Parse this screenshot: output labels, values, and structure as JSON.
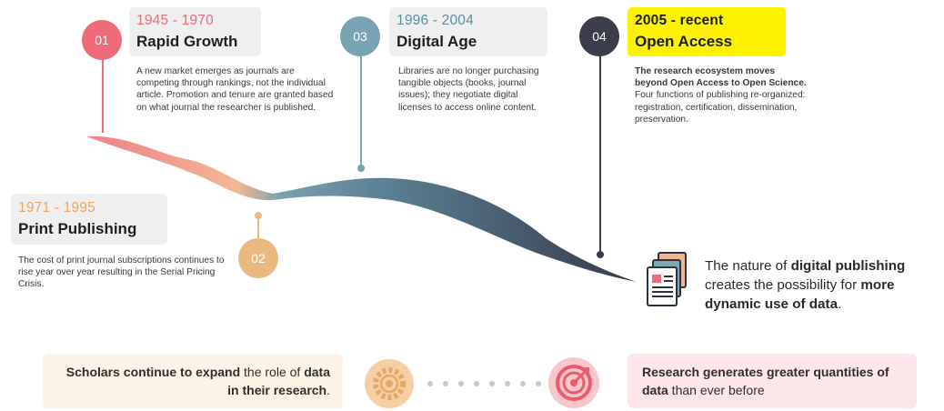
{
  "colors": {
    "step1": "#ef6b79",
    "step2": "#e9b97f",
    "step3": "#78a3b2",
    "step4": "#3b3e4a",
    "highlight": "#fff200",
    "ribbon_start": "#ef7d87",
    "ribbon_mid": "#f2b894",
    "ribbon_blue": "#5f8da0",
    "ribbon_end": "#363b4a"
  },
  "steps": [
    {
      "number": "01",
      "years": "1945 - 1970",
      "title": "Rapid Growth",
      "description": "A new market emerges as journals are competing through rankings, not the individual article. Promotion and tenure are granted based on what journal the researcher is published."
    },
    {
      "number": "02",
      "years": "1971 - 1995",
      "title": "Print Publishing",
      "description": "The cost of print journal subscriptions continues to rise year over year resulting in the Serial Pricing Crisis."
    },
    {
      "number": "03",
      "years": "1996 - 2004",
      "title": "Digital Age",
      "description": "Libraries are no longer purchasing tangible objects (books, journal issues); they negotiate digital licenses to access online content."
    },
    {
      "number": "04",
      "years": "2005 - recent",
      "title": "Open Access",
      "description_bold": "The research ecosystem moves beyond Open Access to Open Science.",
      "description_rest": " Four functions of publishing re-organized: registration, certification, dissemination, preservation."
    }
  ],
  "outcome": {
    "icon": "documents-icon",
    "t1": "The nature of ",
    "b1": "digital publishing",
    "t2": " creates the possibility for ",
    "b2": "more dynamic use of data",
    "t3": "."
  },
  "bottom": {
    "left": {
      "b1": "Scholars continue to expand",
      "t1": " the role of ",
      "b2": "data in their research",
      "t2": "."
    },
    "left_icon": "gear-icon",
    "right_icon": "target-icon",
    "right": {
      "b1": "Research generates greater quantities of data",
      "t1": " than ever before"
    }
  }
}
